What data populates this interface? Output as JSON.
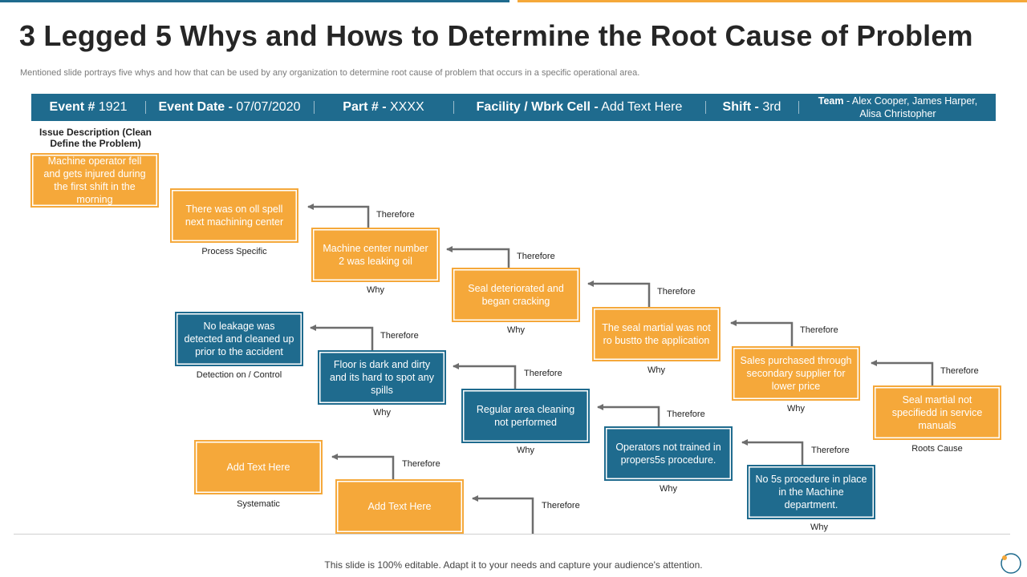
{
  "title": "3 Legged 5 Whys and Hows to Determine the Root Cause of Problem",
  "subtitle": "Mentioned slide portrays five whys and how that can be used by any organization to determine root cause of problem that occurs in a specific operational area.",
  "header": {
    "event_key": "Event #",
    "event_val": " 1921",
    "date_key": "Event Date -",
    "date_val": " 07/07/2020",
    "part_key": "Part # -",
    "part_val": " XXXX",
    "facility_key": "Facility / Wbrk Cell -",
    "facility_val": " Add Text Here",
    "shift_key": "Shift -",
    "shift_val": " 3rd",
    "team_key": "Team",
    "team_val": " - Alex Cooper, James Harper, Alisa Christopher"
  },
  "issue_label": "Issue Description (Clean Define the Problem)",
  "issue_text": "Machine operator fell and gets injured during the first shift in the morning",
  "process_leg": {
    "label": "Process Specific",
    "boxes": [
      "There was on oll spell next machining center",
      "Machine center number 2 was leaking oil",
      "Seal deteriorated and began cracking",
      "The seal martial was not ro bustto the application",
      "Sales purchased through secondary supplier for lower price",
      "Seal martial not specifiedd in service manuals"
    ],
    "captions": [
      "Why",
      "Why",
      "Why",
      "Why",
      "Roots Cause"
    ]
  },
  "detection_leg": {
    "label": "Detection on / Control",
    "boxes": [
      "No leakage was detected and cleaned up prior to the accident",
      "Floor is dark and dirty and its hard to spot any spills",
      "Regular area cleaning not performed",
      "Operators not trained in propers5s procedure.",
      "No 5s procedure in place in the Machine department."
    ],
    "captions": [
      "Why",
      "Why",
      "Why",
      "Why"
    ]
  },
  "systematic_leg": {
    "label": "Systematic",
    "boxes": [
      "Add Text Here",
      "Add Text Here"
    ]
  },
  "arrow_label": "Therefore",
  "footer": "This slide is 100% editable. Adapt it to your needs and capture your audience's attention.",
  "colors": {
    "orange": "#f5a83a",
    "blue": "#1f6b8e",
    "arrow": "#6d6d6d"
  }
}
